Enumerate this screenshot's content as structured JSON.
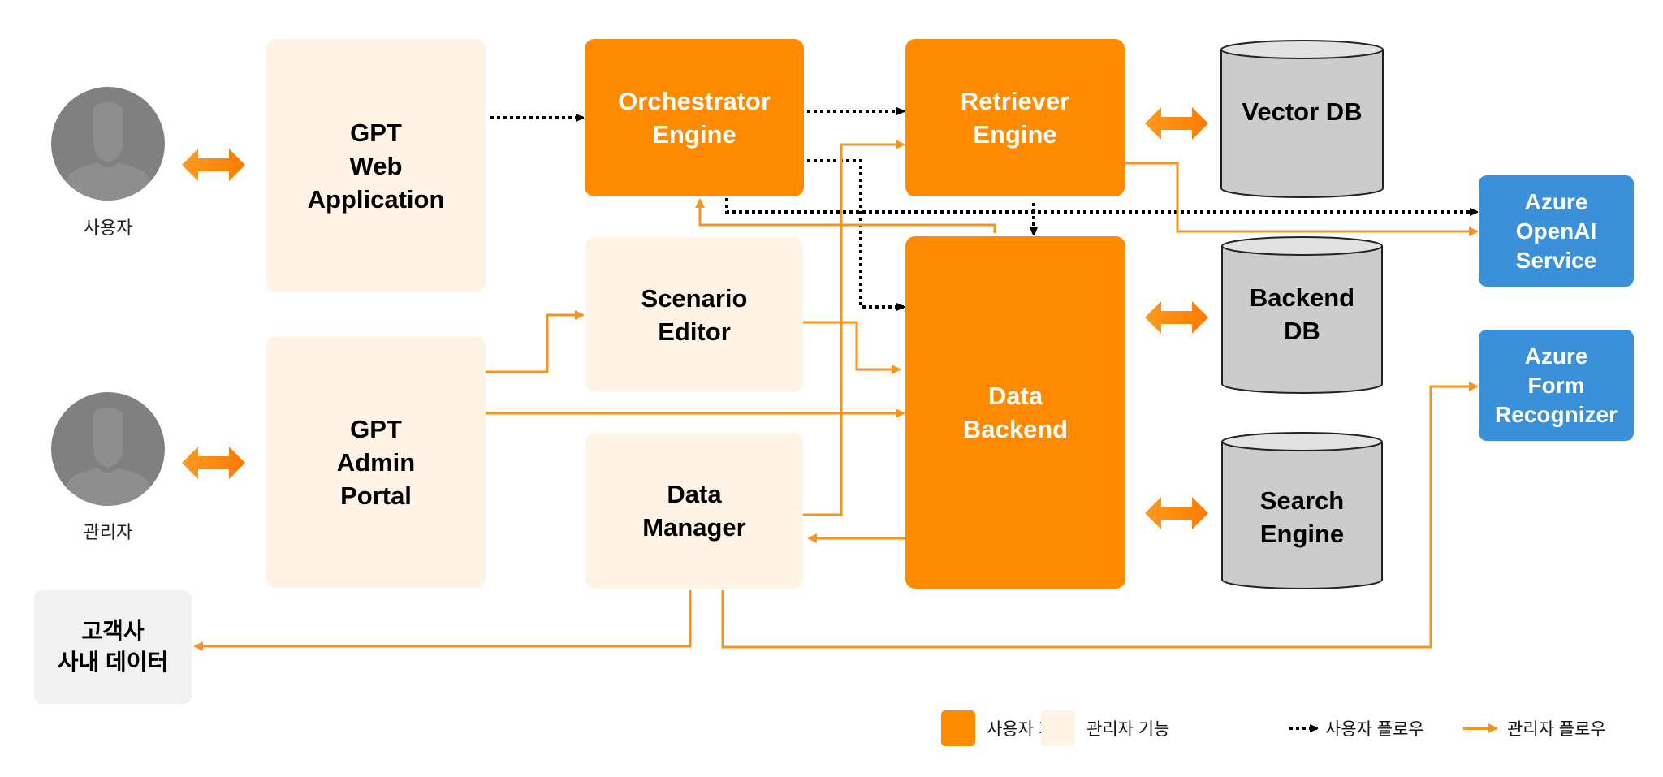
{
  "actors": {
    "user": {
      "label": "사용자"
    },
    "admin": {
      "label": "관리자"
    }
  },
  "nodes": {
    "gpt_web_app": {
      "label": "GPT\nWeb\nApplication",
      "kind": "admin"
    },
    "gpt_admin_portal": {
      "label": "GPT\nAdmin\nPortal",
      "kind": "admin"
    },
    "orchestrator": {
      "label": "Orchestrator\nEngine",
      "kind": "user"
    },
    "retriever": {
      "label": "Retriever\nEngine",
      "kind": "user"
    },
    "scenario_editor": {
      "label": "Scenario\nEditor",
      "kind": "admin"
    },
    "data_manager": {
      "label": "Data\nManager",
      "kind": "admin"
    },
    "data_backend": {
      "label": "Data\nBackend",
      "kind": "user"
    },
    "vector_db": {
      "label": "Vector DB",
      "kind": "database"
    },
    "backend_db": {
      "label": "Backend\nDB",
      "kind": "database"
    },
    "search_engine": {
      "label": "Search\nEngine",
      "kind": "database"
    },
    "azure_openai": {
      "label": "Azure\nOpenAI\nService",
      "kind": "external"
    },
    "azure_form_recognizer": {
      "label": "Azure\nForm\nRecognizer",
      "kind": "external"
    },
    "customer_data": {
      "label": "고객사\n사내 데이터",
      "kind": "external-data"
    }
  },
  "edges": [
    {
      "from": "user",
      "to": "gpt_web_app",
      "type": "bidirectional"
    },
    {
      "from": "admin",
      "to": "gpt_admin_portal",
      "type": "bidirectional"
    },
    {
      "from": "gpt_web_app",
      "to": "orchestrator",
      "type": "user-flow"
    },
    {
      "from": "orchestrator",
      "to": "retriever",
      "type": "user-flow"
    },
    {
      "from": "orchestrator",
      "to": "data_backend",
      "type": "user-flow"
    },
    {
      "from": "orchestrator",
      "to": "azure_openai",
      "type": "user-flow"
    },
    {
      "from": "retriever",
      "to": "data_backend",
      "type": "user-flow"
    },
    {
      "from": "retriever",
      "to": "azure_openai",
      "type": "admin-flow"
    },
    {
      "from": "data_backend",
      "to": "orchestrator",
      "type": "admin-flow"
    },
    {
      "from": "gpt_admin_portal",
      "to": "scenario_editor",
      "type": "admin-flow"
    },
    {
      "from": "gpt_admin_portal",
      "to": "data_backend",
      "type": "admin-flow"
    },
    {
      "from": "scenario_editor",
      "to": "data_backend",
      "type": "admin-flow"
    },
    {
      "from": "data_manager",
      "to": "retriever",
      "type": "admin-flow"
    },
    {
      "from": "data_backend",
      "to": "data_manager",
      "type": "admin-flow"
    },
    {
      "from": "data_manager",
      "to": "customer_data",
      "type": "admin-flow"
    },
    {
      "from": "data_manager",
      "to": "azure_form_recognizer",
      "type": "admin-flow"
    },
    {
      "from": "retriever",
      "to": "vector_db",
      "type": "bidirectional"
    },
    {
      "from": "data_backend",
      "to": "backend_db",
      "type": "bidirectional"
    },
    {
      "from": "data_backend",
      "to": "search_engine",
      "type": "bidirectional"
    }
  ],
  "legend": [
    {
      "label": "사용자 기능",
      "kind": "user-fn-swatch"
    },
    {
      "label": "관리자 기능",
      "kind": "admin-fn-swatch"
    },
    {
      "label": "사용자 플로우",
      "kind": "dotted-arrow"
    },
    {
      "label": "관리자 플로우",
      "kind": "orange-arrow"
    }
  ],
  "colors": {
    "user_fn": "#ff8a00",
    "admin_fn": "#fff3e6",
    "azure": "#3a90d9",
    "database": "#cccccc",
    "customer": "#f1f1f1",
    "admin_flow": "#f7931e",
    "user_flow": "#000000",
    "actor": "#7f7f7f"
  }
}
